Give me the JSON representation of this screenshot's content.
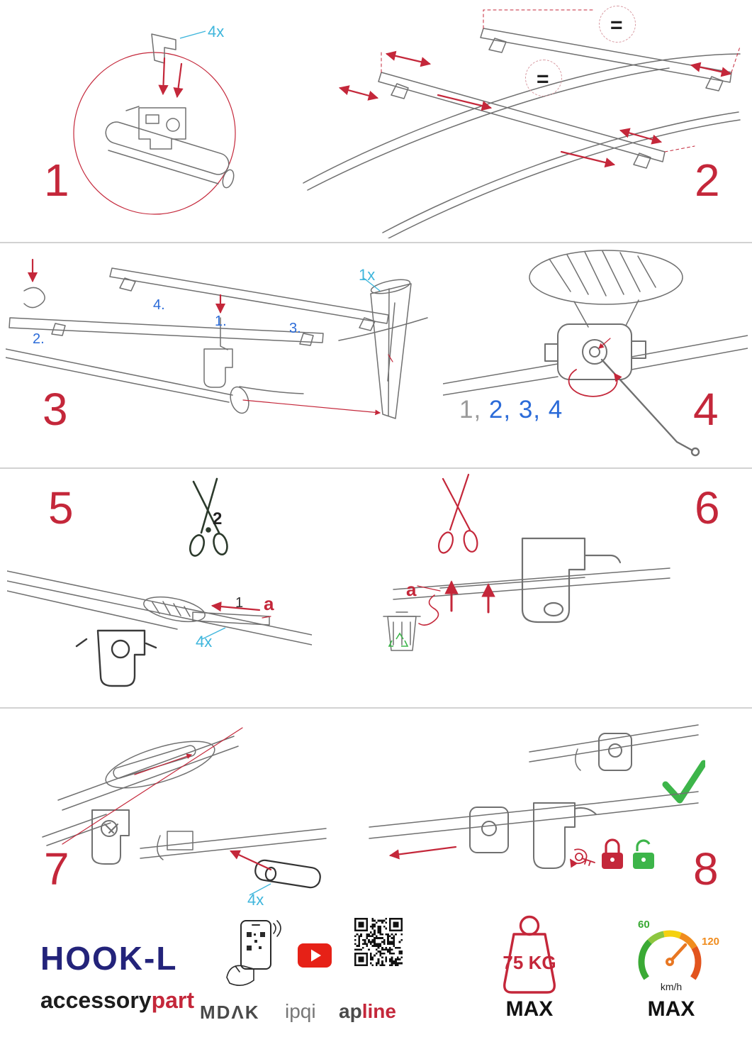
{
  "colors": {
    "red": "#c4273a",
    "cyan": "#3fb6dc",
    "blue": "#2b6bd8",
    "green": "#3db54a",
    "navy": "#23237a",
    "gray": "#9a9a9a",
    "dark": "#1d1d1d",
    "youtube": "#e62117",
    "orange": "#f08c1e"
  },
  "steps": {
    "step1": {
      "number": "1",
      "qty": "4x"
    },
    "step2": {
      "number": "2",
      "equal_top": "=",
      "equal_bottom": "="
    },
    "step3": {
      "number": "3",
      "qty": "1x",
      "sub1": "1.",
      "sub2": "2.",
      "sub3": "3.",
      "sub4": "4."
    },
    "step4": {
      "number": "4",
      "seq_gray": "1,",
      "seq_blue": " 2, 3, 4"
    },
    "step5": {
      "number": "5",
      "cut_label": "2",
      "slot_label": "1",
      "strap_label": "a",
      "qty": "4x"
    },
    "step6": {
      "number": "6",
      "strap_label": "a"
    },
    "step7": {
      "number": "7",
      "qty": "4x"
    },
    "step8": {
      "number": "8"
    }
  },
  "footer": {
    "product": "HOOK-L",
    "brand_accessory": "accessory",
    "brand_part": "part",
    "logo_mdak": "MDΛK",
    "logo_ipqi": "ipqi",
    "logo_ap": "ap",
    "logo_line": "line",
    "weight_value": "75 KG",
    "weight_max": "MAX",
    "speed_min": "60",
    "speed_high": "120",
    "speed_unit": "km/h",
    "speed_max": "MAX"
  }
}
